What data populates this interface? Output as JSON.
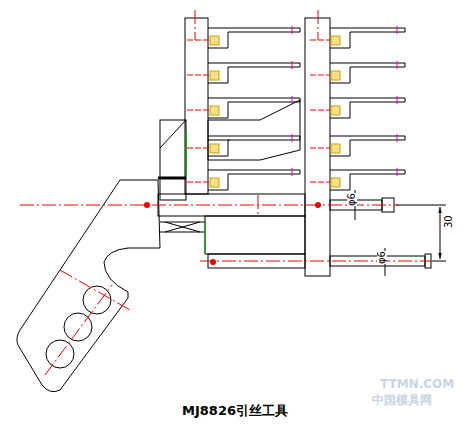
{
  "diagram": {
    "caption": "MJ8826引丝工具",
    "labels": [
      "φ6",
      "φ6",
      "30",
      "TTMN.COM",
      "中国模具网"
    ]
  }
}
